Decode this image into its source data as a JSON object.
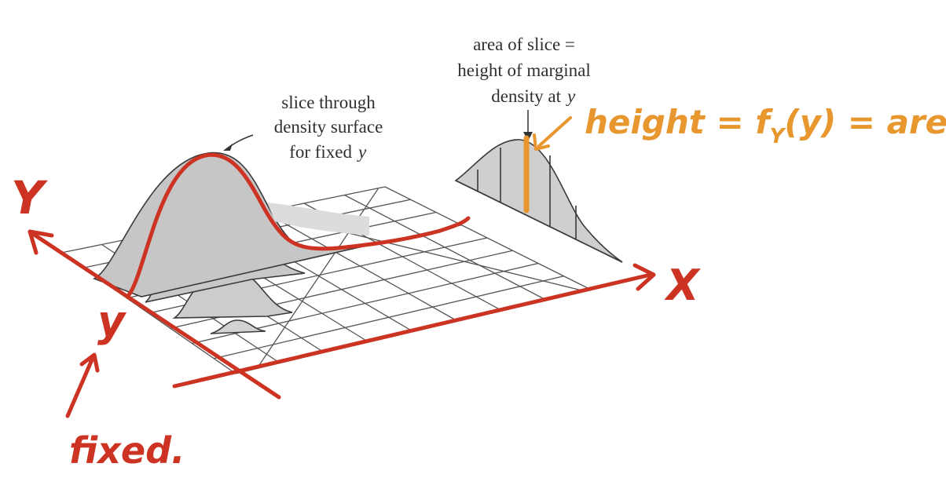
{
  "annotations": {
    "slice_caption": [
      "slice through",
      "density surface",
      "for fixed",
      "y"
    ],
    "marginal_caption": [
      "area of slice =",
      "height of marginal",
      "density at",
      "y"
    ]
  },
  "handwriting": {
    "y_axis": "Y",
    "x_axis": "X",
    "y_value": "y",
    "fixed_note": "fixed.",
    "height_note": "height = f",
    "height_sub": "Y",
    "height_note_tail": "(y) = area"
  },
  "colors": {
    "red_ink": "#cc3322",
    "orange_ink": "#e8962e",
    "surface_fill": "#cfcfcf",
    "grid_line": "#555555"
  }
}
